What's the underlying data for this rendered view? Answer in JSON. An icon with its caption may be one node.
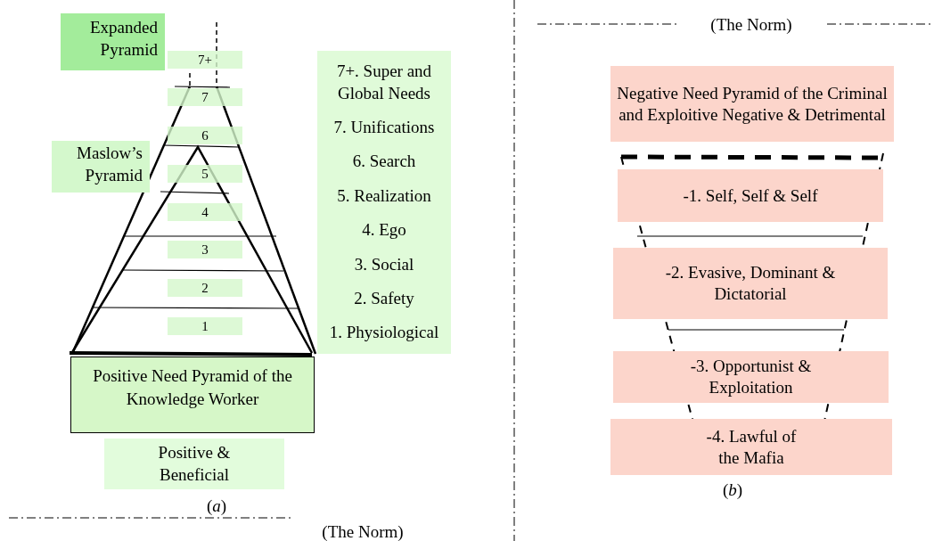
{
  "diagram": {
    "nodes": [
      {
        "text": [
          "Expanded Pyramid"
        ]
      },
      {
        "text": [
          "Maslow’s Pyramid"
        ]
      },
      {
        "text": [
          "7+"
        ]
      },
      {
        "text": [
          "7"
        ]
      },
      {
        "text": [
          "6"
        ]
      },
      {
        "text": [
          "5"
        ]
      },
      {
        "text": [
          "4"
        ]
      },
      {
        "text": [
          "3"
        ]
      },
      {
        "text": [
          "2"
        ]
      },
      {
        "text": [
          "1"
        ]
      },
      {
        "text": [
          "7+. Super and Global Needs",
          "7. Unifications",
          "6. Search",
          "5. Realization",
          "4. Ego",
          "3. Social",
          "2. Safety",
          "1. Physiological"
        ]
      },
      {
        "text": [
          "Positive Need Pyramid of the Knowledge Worker"
        ]
      },
      {
        "text": [
          "Positive & Beneficial"
        ]
      },
      {
        "text": [
          "Negative Need Pyramid of the Criminal and Exploitive Negative & Detrimental"
        ]
      },
      {
        "text": [
          "-1. Self, Self & Self"
        ]
      },
      {
        "text": [
          "-2. Evasive, Dominant & Dictatorial"
        ]
      },
      {
        "text": [
          "-3. Opportunist & Exploitation"
        ]
      },
      {
        "text": [
          "-4. Lawful of the Mafia"
        ]
      }
    ],
    "labels": [
      "(*a*)",
      "(The Norm)",
      "(The Norm)",
      "(*b*)"
    ]
  }
}
